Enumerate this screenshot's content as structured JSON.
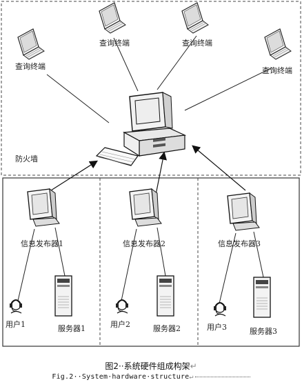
{
  "labels": {
    "query_terminal": "查询终端",
    "firewall": "防火墙",
    "publisher_1": "信息发布器1",
    "publisher_2": "信息发布器2",
    "publisher_3": "信息发布器3",
    "user_1": "用户1",
    "user_2": "用户2",
    "user_3": "用户3",
    "server_1": "服务器1",
    "server_2": "服务器2",
    "server_3": "服务器3"
  },
  "caption": {
    "cn": "图2··系统硬件组成构架",
    "en": "Fig.2··System·hardware·structure",
    "para_mark": "↵"
  }
}
